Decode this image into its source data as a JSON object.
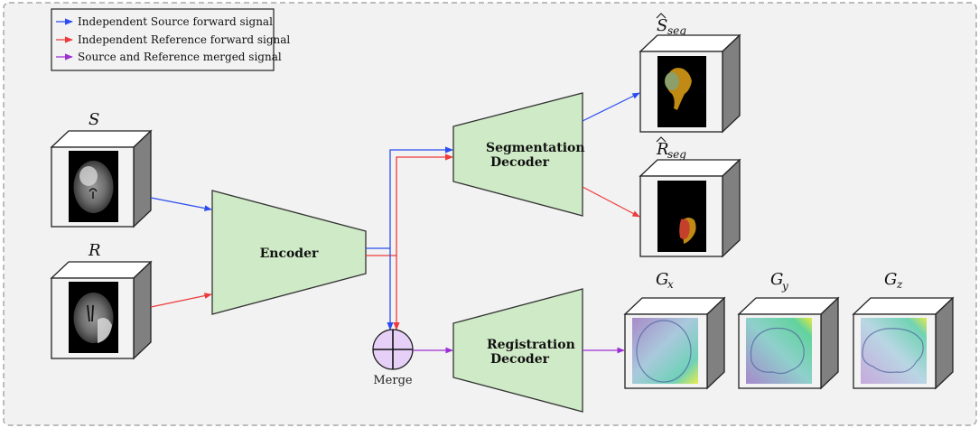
{
  "legend": {
    "items": [
      {
        "label": "Independent Source forward signal",
        "color": "#2b4cf0"
      },
      {
        "label": "Independent Reference forward signal",
        "color": "#ee3a3a"
      },
      {
        "label": "Source and Reference merged signal",
        "color": "#9b2fd4"
      }
    ]
  },
  "inputs": {
    "source": {
      "label": "S"
    },
    "reference": {
      "label": "R"
    }
  },
  "blocks": {
    "encoder": {
      "label": "Encoder"
    },
    "seg_decoder": {
      "label_line1": "Segmentation",
      "label_line2": "Decoder"
    },
    "reg_decoder": {
      "label_line1": "Registration",
      "label_line2": "Decoder"
    },
    "merge": {
      "label": "Merge"
    }
  },
  "outputs": {
    "s_seg": {
      "base": "S",
      "sub": "seg"
    },
    "r_seg": {
      "base": "R",
      "sub": "seg"
    },
    "gx": {
      "base": "G",
      "sub": "x"
    },
    "gy": {
      "base": "G",
      "sub": "y"
    },
    "gz": {
      "base": "G",
      "sub": "z"
    }
  },
  "colors": {
    "source_signal": "#2b4cf0",
    "reference_signal": "#ee3a3a",
    "merged_signal": "#9b2fd4",
    "block_fill": "#cfeac6",
    "merge_fill": "#e6d0f7",
    "background": "#f2f2f2",
    "cube_side": "#808080"
  }
}
